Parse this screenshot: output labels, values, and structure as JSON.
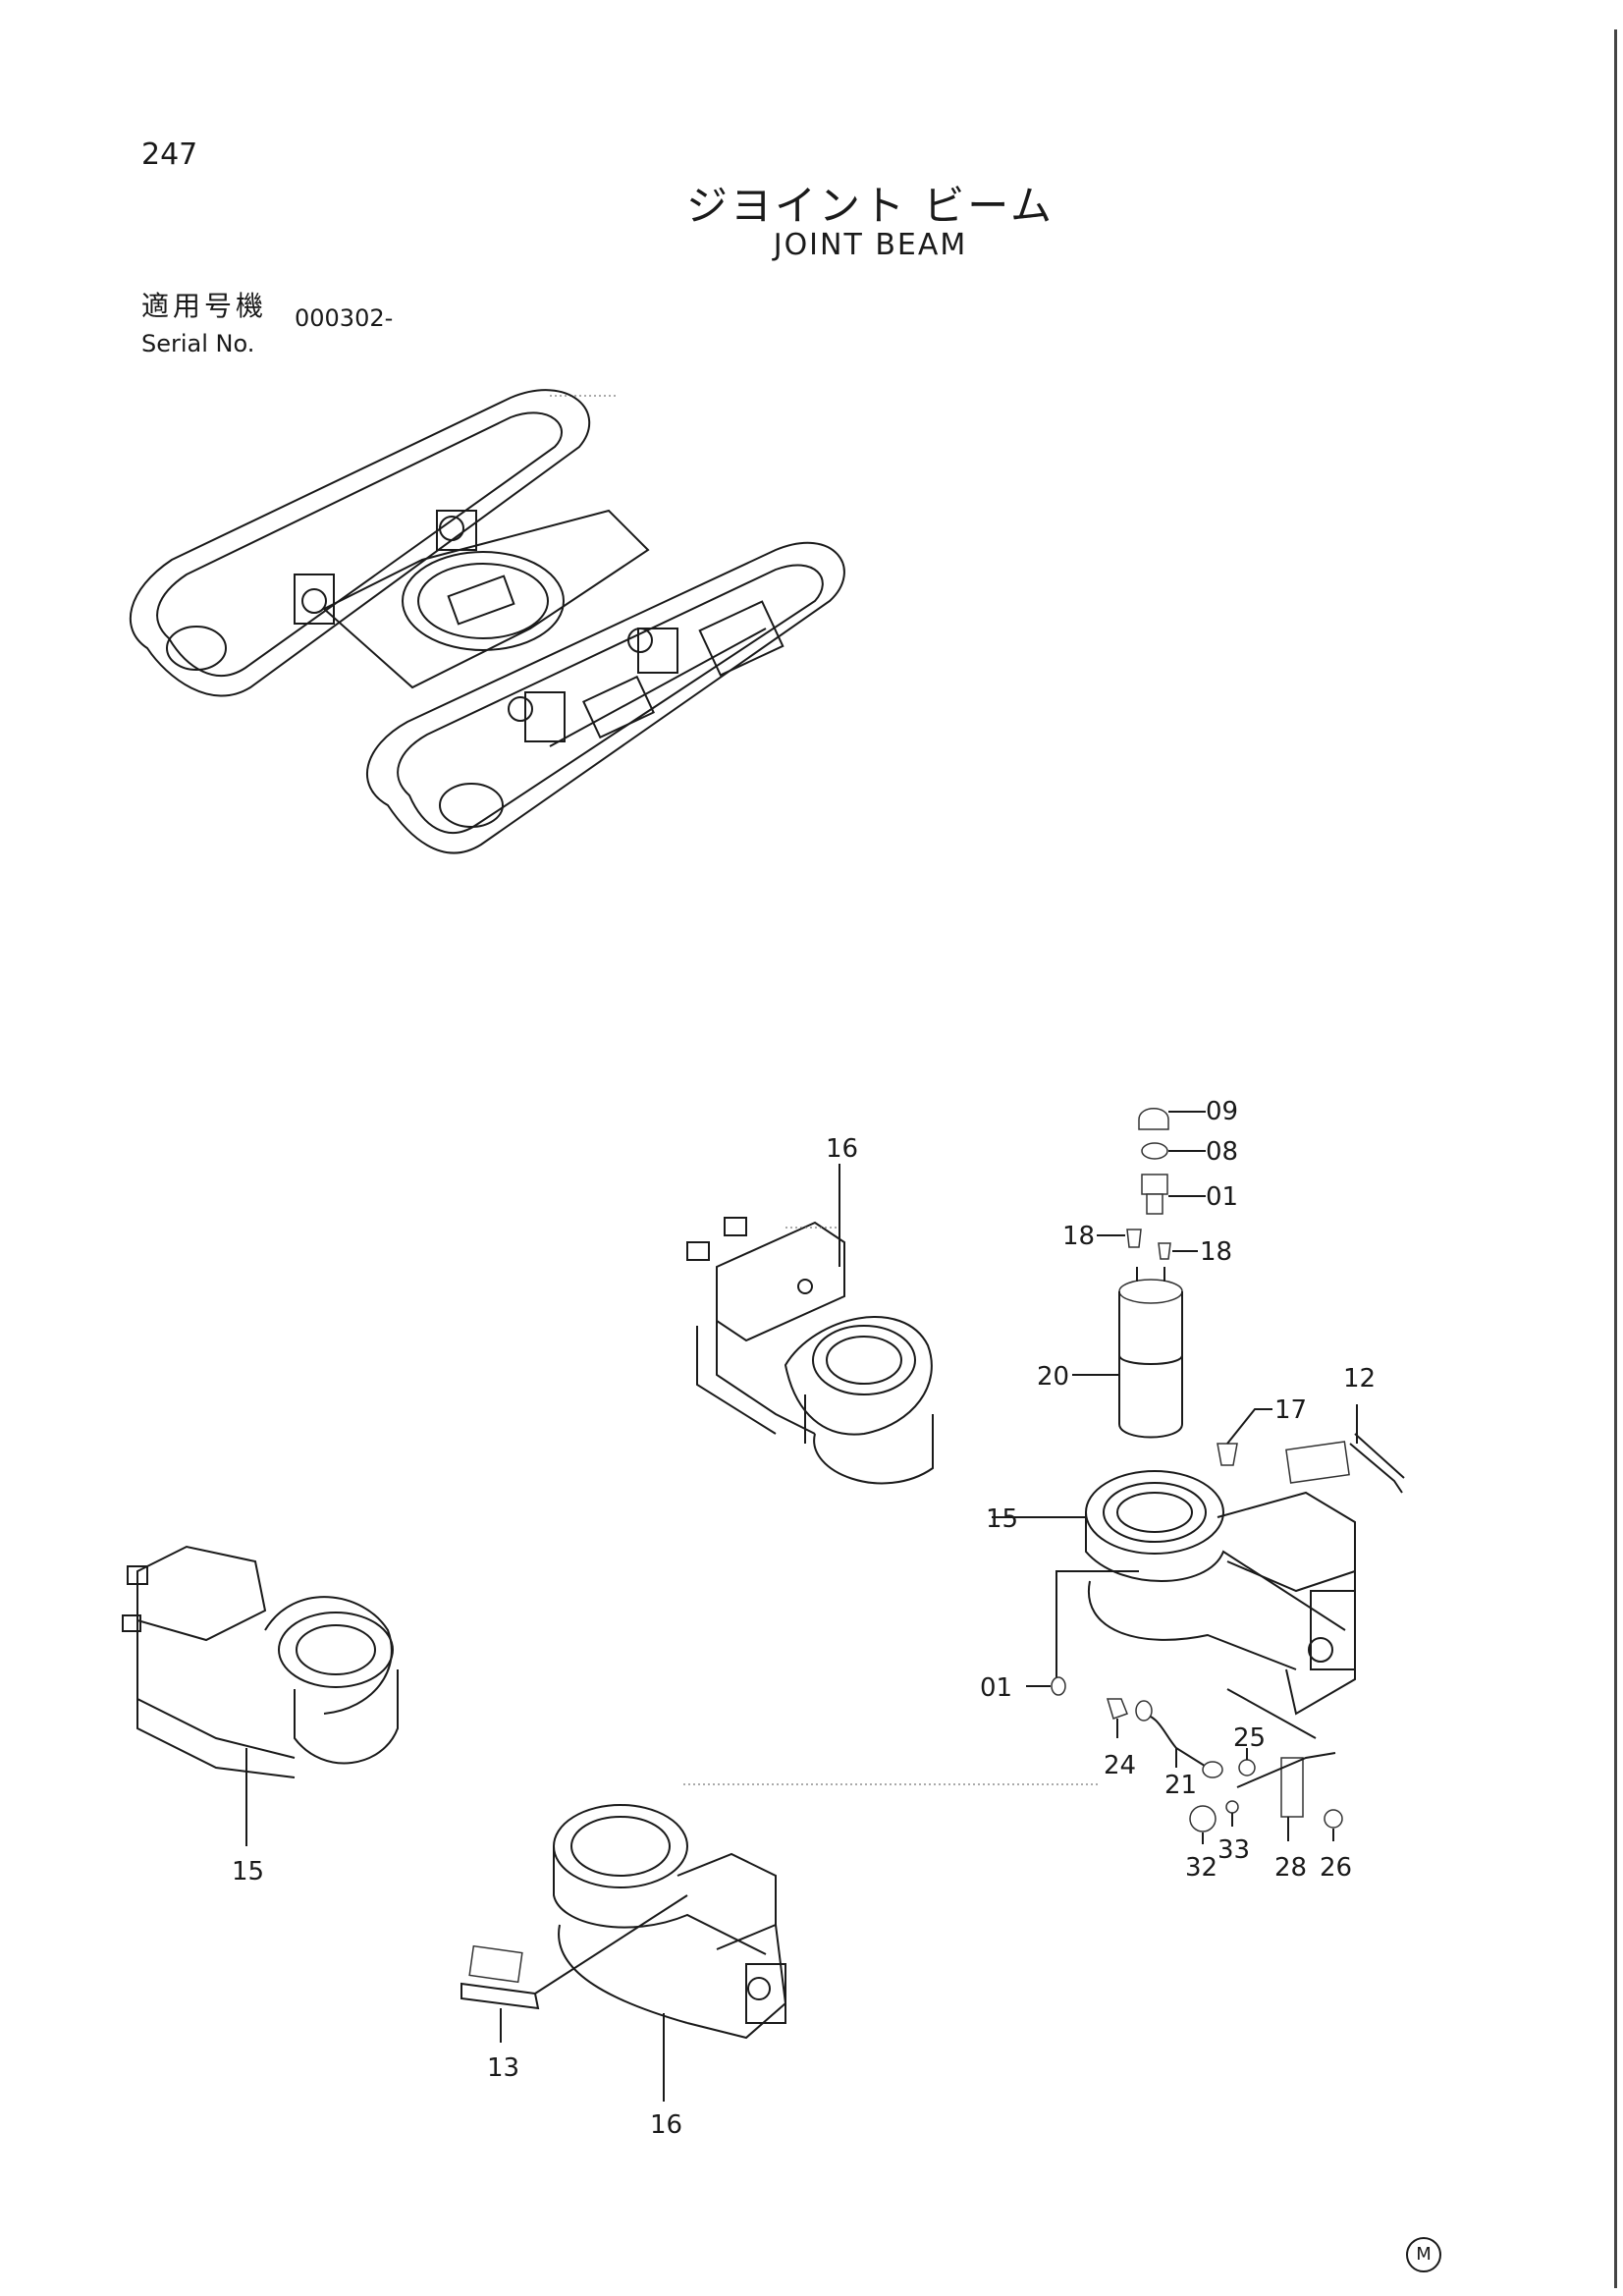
{
  "header": {
    "page_number": "247",
    "title_jp": "ジヨイント ビーム",
    "title_en": "JOINT BEAM",
    "serial_label_jp": "適用号機",
    "serial_label_en": "Serial No.",
    "serial_value": "000302-"
  },
  "callouts": {
    "c09": "09",
    "c08": "08",
    "c01_top": "01",
    "c18_left": "18",
    "c18_right": "18",
    "c20": "20",
    "c17": "17",
    "c12": "12",
    "c15_right": "15",
    "c01_left": "01",
    "c24": "24",
    "c21": "21",
    "c25": "25",
    "c32": "32",
    "c33": "33",
    "c28": "28",
    "c26": "26",
    "c16_top": "16",
    "c15_left": "15",
    "c13": "13",
    "c16_bottom": "16"
  },
  "footer": {
    "mark": "M"
  }
}
